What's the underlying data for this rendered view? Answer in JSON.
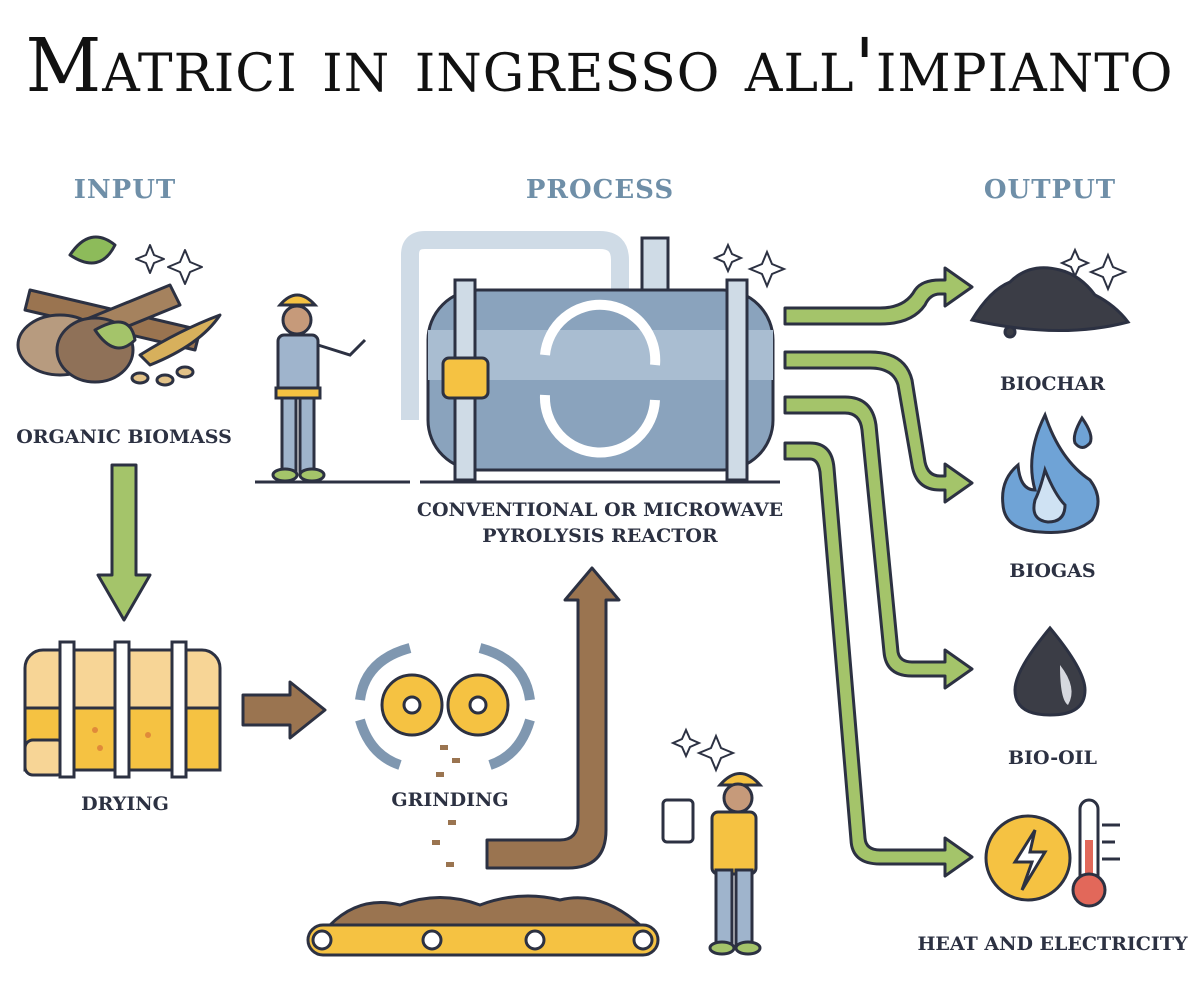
{
  "title": "Matrici in ingresso all'impianto",
  "headers": {
    "input": "INPUT",
    "process": "PROCESS",
    "output": "OUTPUT"
  },
  "labels": {
    "organic_biomass": "ORGANIC BIOMASS",
    "drying": "DRYING",
    "grinding": "GRINDING",
    "reactor_line1": "CONVENTIONAL OR MICROWAVE",
    "reactor_line2": "PYROLYSIS REACTOR",
    "biochar": "BIOCHAR",
    "biogas": "BIOGAS",
    "bio_oil": "BIO-OIL",
    "heat_electricity": "HEAT AND ELECTRICITY"
  },
  "colors": {
    "header": "#6f8fa8",
    "label": "#2c3142",
    "green_arrow": "#a4c46a",
    "brown_arrow": "#9a7450",
    "reactor": "#8aa3bd",
    "yellow": "#f5c242"
  }
}
